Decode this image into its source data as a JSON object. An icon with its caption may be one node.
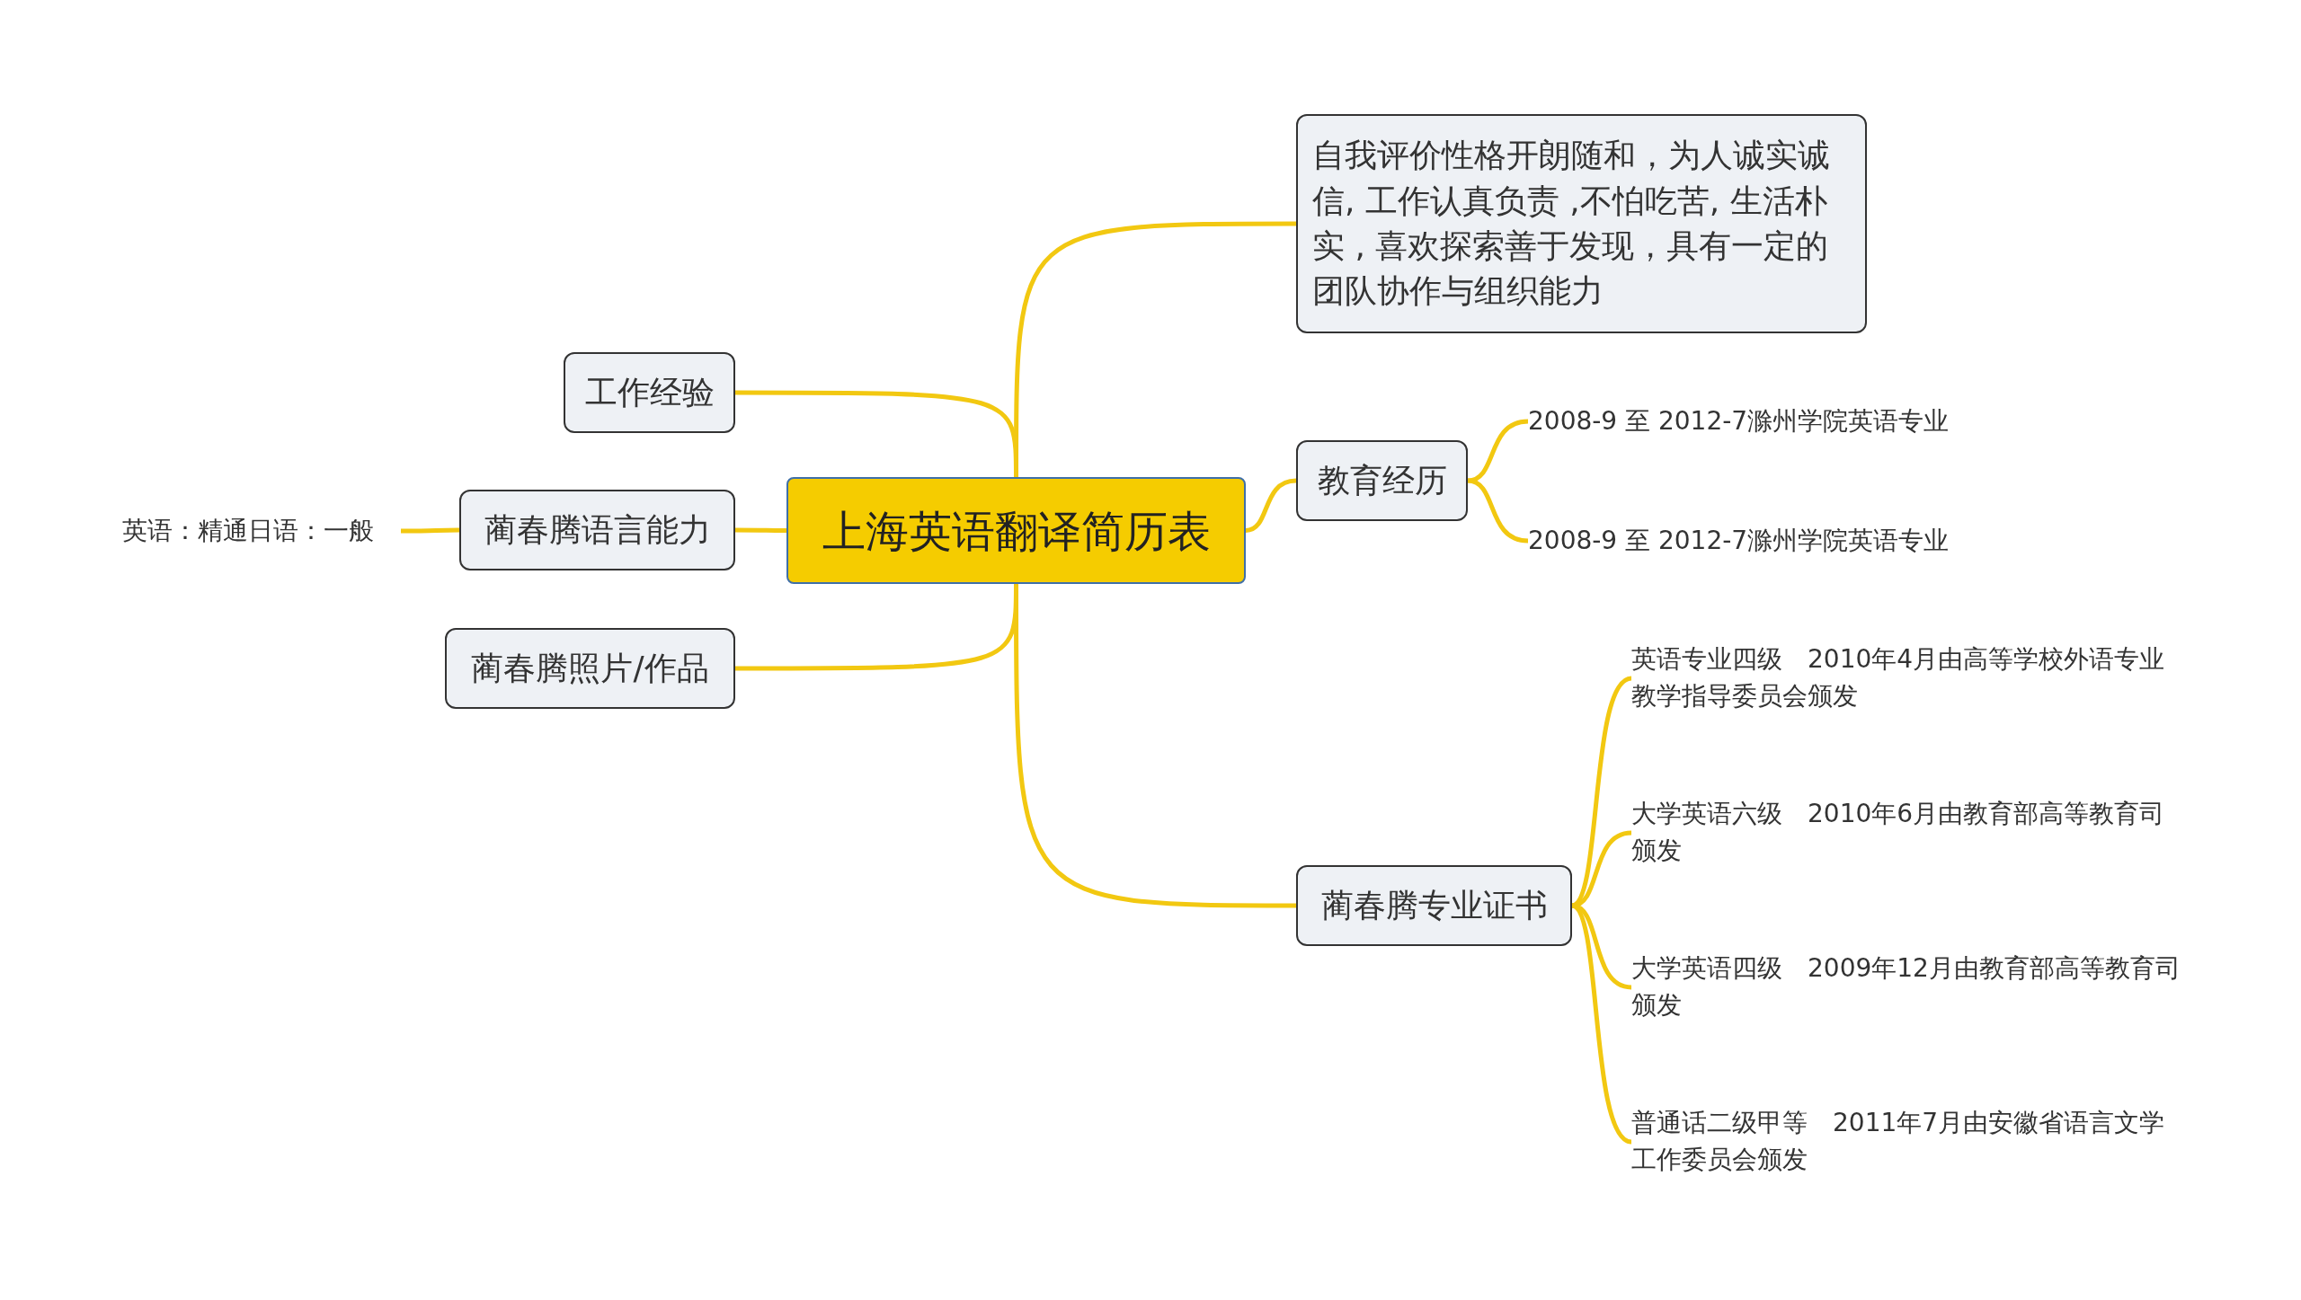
{
  "diagram": {
    "nodes": [
      {
        "text": [
          "上海英语翻译简历表"
        ]
      },
      {
        "text": [
          "自我评价性格开朗随和，为人诚实诚信, 工作认真负责 ,不怕吃苦, 生活朴实 , 喜欢探索善于发现，具有一定的团队协作与组织能力"
        ]
      },
      {
        "text": [
          "教育经历"
        ]
      },
      {
        "text": [
          "2008-9 至 2012-7滁州学院英语专业"
        ]
      },
      {
        "text": [
          "2008-9 至 2012-7滁州学院英语专业"
        ]
      },
      {
        "text": [
          "蔺春腾专业证书"
        ]
      },
      {
        "text": [
          "英语专业四级　2010年4月由高等学校外语专业教学指导委员会颁发"
        ]
      },
      {
        "text": [
          "大学英语六级　2010年6月由教育部高等教育司颁发"
        ]
      },
      {
        "text": [
          "大学英语四级　2009年12月由教育部高等教育司颁发"
        ]
      },
      {
        "text": [
          "普通话二级甲等　2011年7月由安徽省语言文学工作委员会颁发"
        ]
      },
      {
        "text": [
          "工作经验"
        ]
      },
      {
        "text": [
          "蔺春腾语言能力"
        ]
      },
      {
        "text": [
          "英语：精通日语：一般"
        ]
      },
      {
        "text": [
          "蔺春腾照片/作品"
        ]
      }
    ],
    "edges": [
      {
        "from": 0,
        "to": 1,
        "arrow": "none"
      },
      {
        "from": 0,
        "to": 2,
        "arrow": "none"
      },
      {
        "from": 2,
        "to": 3,
        "arrow": "none"
      },
      {
        "from": 2,
        "to": 4,
        "arrow": "none"
      },
      {
        "from": 0,
        "to": 5,
        "arrow": "none"
      },
      {
        "from": 5,
        "to": 6,
        "arrow": "none"
      },
      {
        "from": 5,
        "to": 7,
        "arrow": "none"
      },
      {
        "from": 5,
        "to": 8,
        "arrow": "none"
      },
      {
        "from": 5,
        "to": 9,
        "arrow": "none"
      },
      {
        "from": 0,
        "to": 10,
        "arrow": "none"
      },
      {
        "from": 0,
        "to": 11,
        "arrow": "none"
      },
      {
        "from": 11,
        "to": 12,
        "arrow": "none"
      },
      {
        "from": 0,
        "to": 13,
        "arrow": "none"
      }
    ]
  }
}
